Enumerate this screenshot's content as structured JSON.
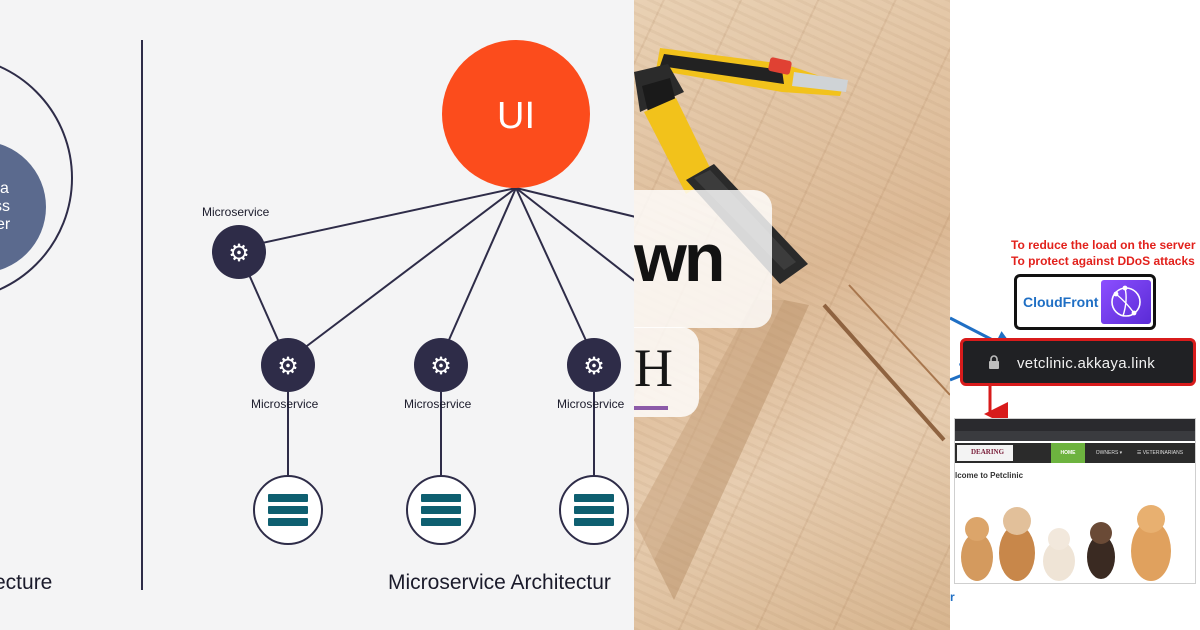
{
  "architecture": {
    "left_title_partial": "ecture",
    "left_circle_text": [
      "a",
      "ss",
      "er"
    ],
    "ui_label": "UI",
    "right_title": "Microservice Architectur",
    "microservice_label": "Microservice",
    "colors": {
      "ui_circle": "#fc4c1c",
      "node": "#2e2c48",
      "inner_circle": "#5b6a8e",
      "database": "#0e5f70",
      "line": "#2e2c48"
    }
  },
  "photo": {
    "brand_text": "wn",
    "brand_letter": "H",
    "colors": {
      "accent": "#8c5aa8",
      "hammer_handle": "#f2c21b"
    }
  },
  "aws": {
    "notes": [
      "To reduce the load on the server",
      "To protect against DDoS attacks"
    ],
    "cloudfront_label": "CloudFront",
    "url": "vetclinic.akkaya.link",
    "app": {
      "logo": "DEARING",
      "nav": [
        "HOME",
        "OWNERS ▾",
        "☰ VETERINARIANS"
      ],
      "welcome": "lcome to Petclinic"
    },
    "trailing_text": "r",
    "colors": {
      "note": "#e2211c",
      "cloudfront_text": "#1f6fc4",
      "url_border": "#d81b1b",
      "arrow": "#1f6fc4"
    }
  }
}
